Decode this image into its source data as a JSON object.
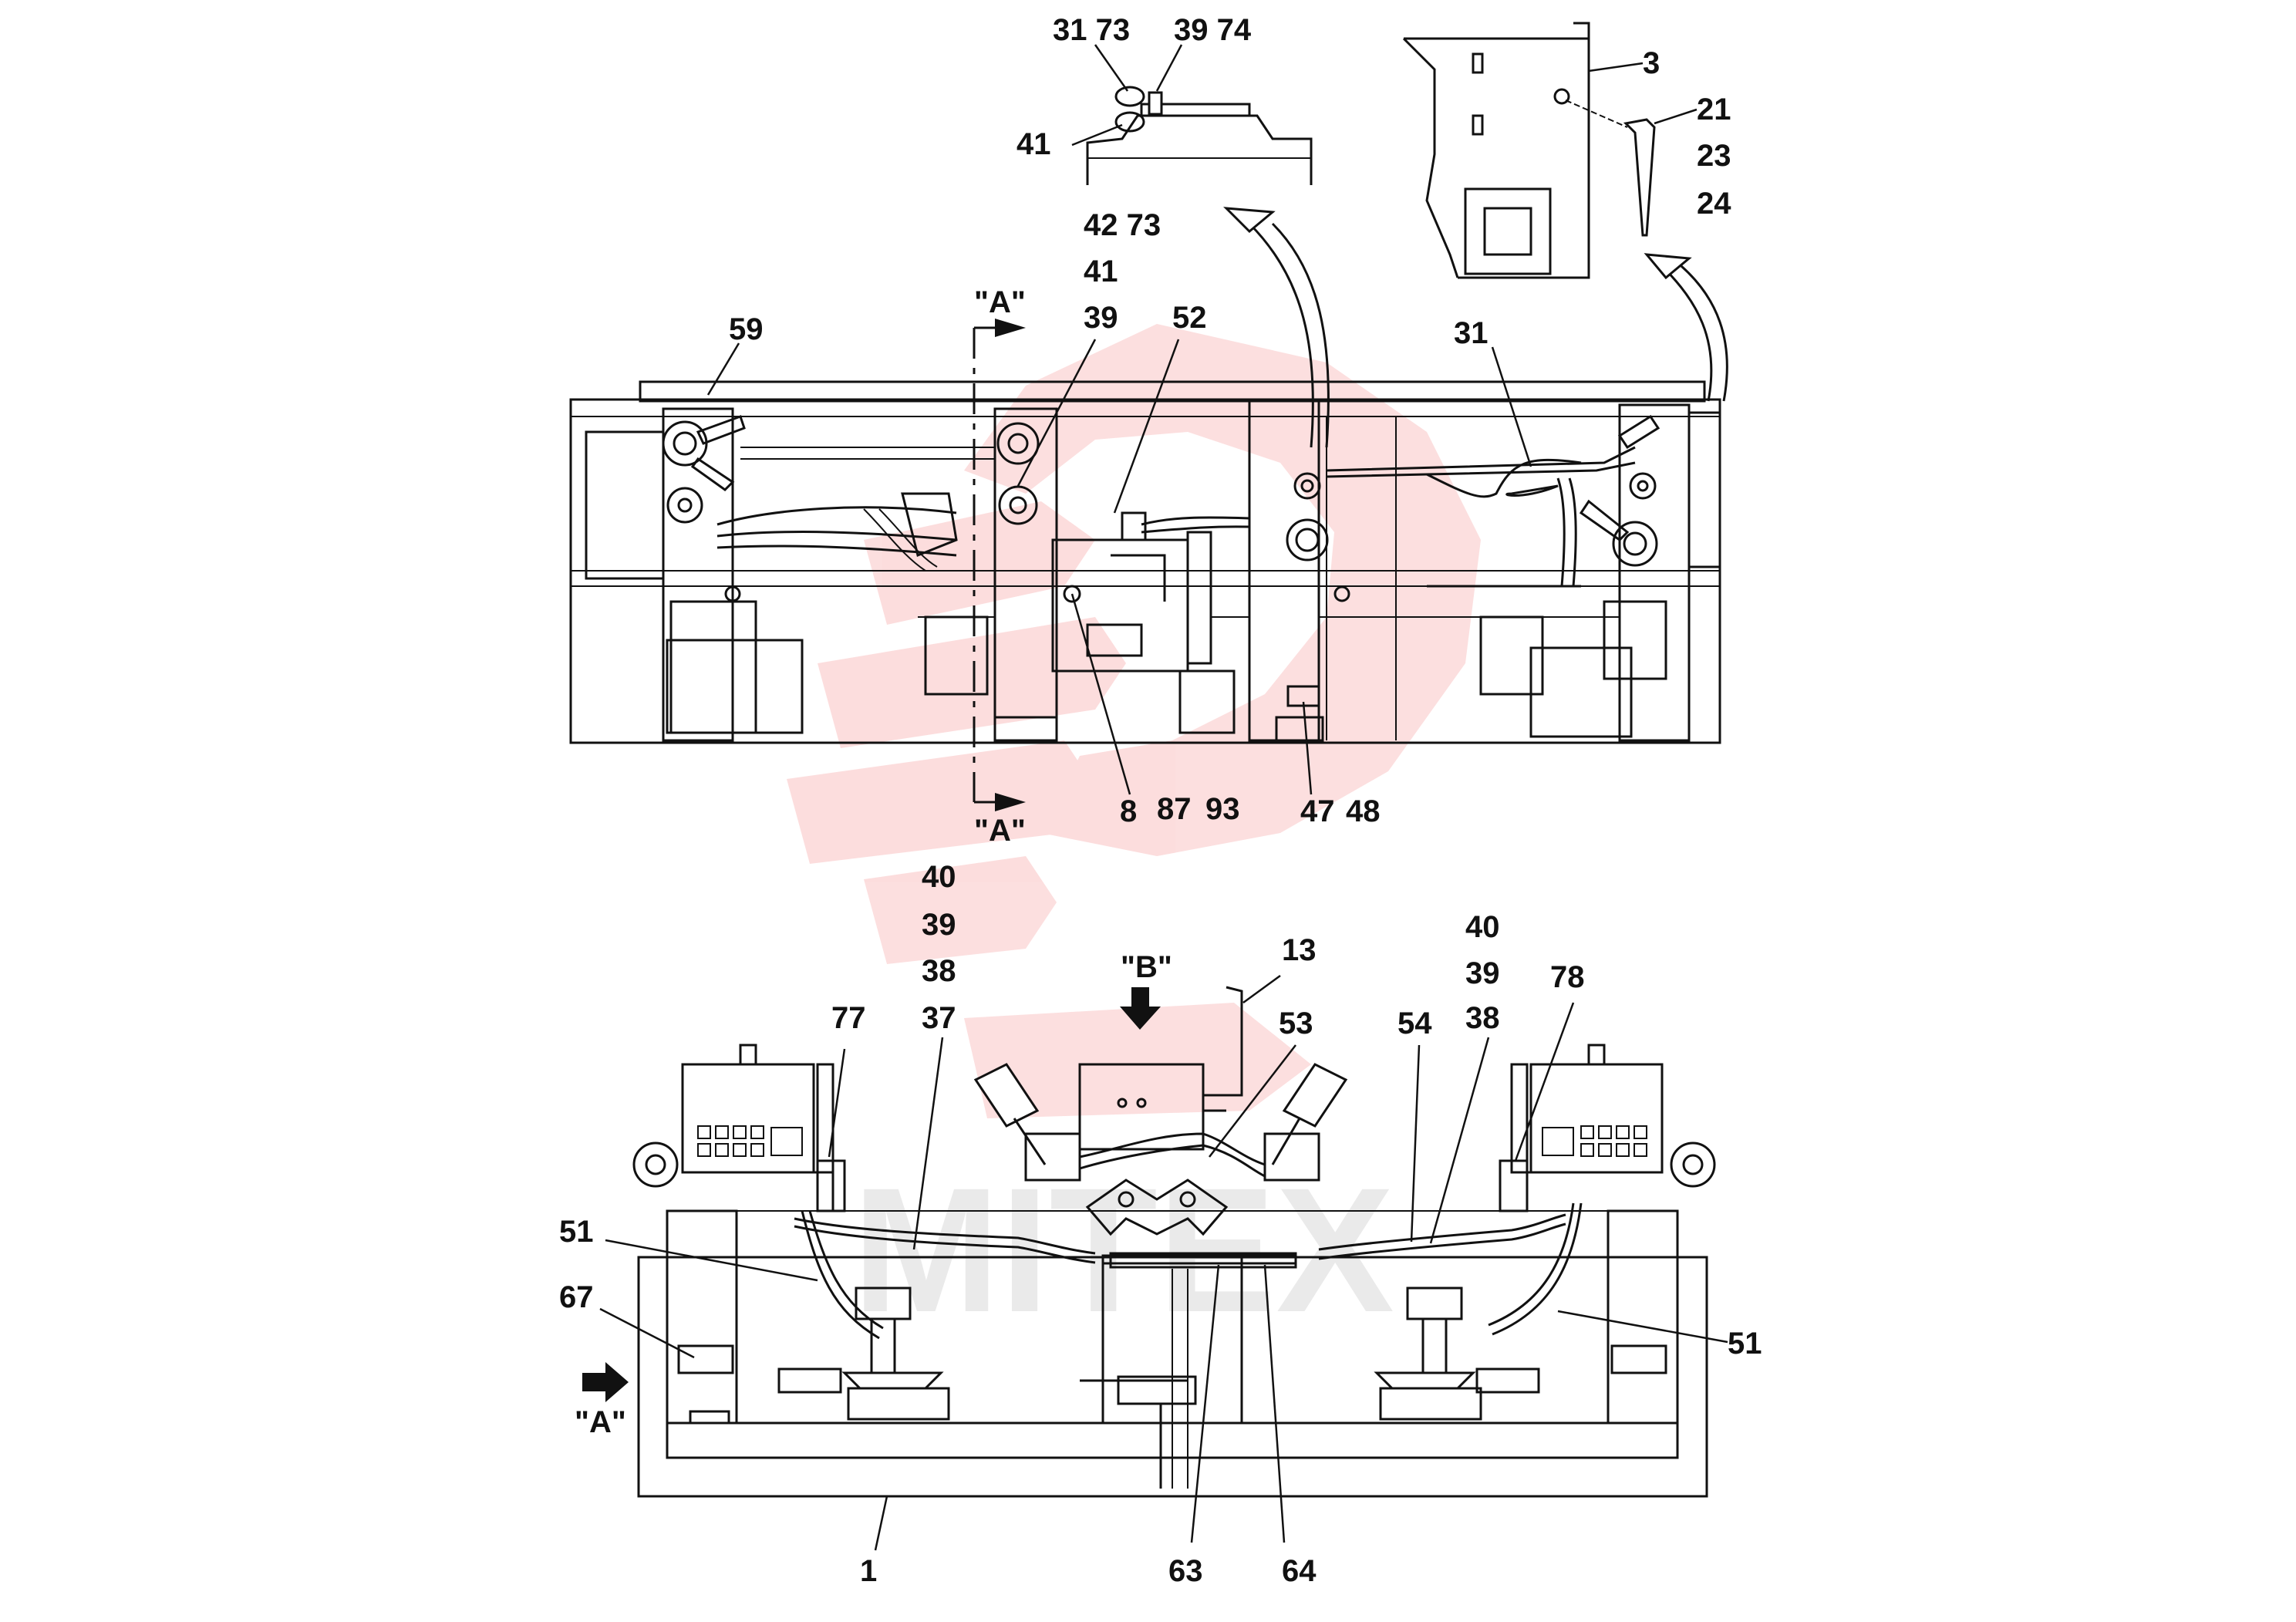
{
  "diagram": {
    "watermark_text": "MITEX",
    "watermark_color": "#f04b4b",
    "line_color": "#111111",
    "view_labels": [
      "\"A\"",
      "\"A\"",
      "\"B\"",
      "\"A\""
    ],
    "callouts": {
      "c31_73": "31 73",
      "c39_74": "39 74",
      "c41_top": "41",
      "c3": "3",
      "c21": "21",
      "c23": "23",
      "c24": "24",
      "c42_73": "42 73",
      "c41": "41",
      "c39": "39",
      "c52": "52",
      "c59": "59",
      "c31": "31",
      "c8": "8",
      "c87": "87",
      "c93": "93",
      "c47": "47",
      "c48": "48",
      "c40_l": "40",
      "c39_l": "39",
      "c38_l": "38",
      "c37": "37",
      "c77": "77",
      "c13": "13",
      "c53": "53",
      "c54": "54",
      "c40_r": "40",
      "c39_r": "39",
      "c38_r": "38",
      "c78": "78",
      "c51_l": "51",
      "c67": "67",
      "c51_r": "51",
      "c1": "1",
      "c63": "63",
      "c64": "64"
    }
  }
}
